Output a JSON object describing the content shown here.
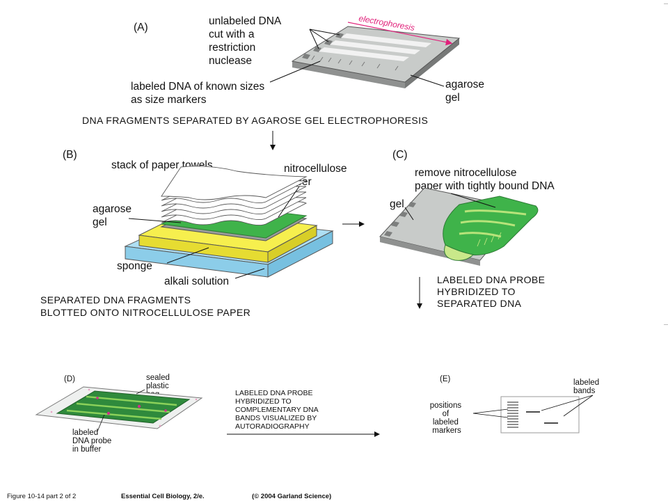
{
  "panel_a": {
    "letter": "(A)",
    "unlabeled_dna": [
      "unlabeled DNA",
      "cut with a",
      "restriction",
      "nuclease"
    ],
    "electrophoresis": "electrophoresis",
    "labeled_markers": [
      "labeled DNA of known sizes",
      "as size markers"
    ],
    "agarose_gel": [
      "agarose",
      "gel"
    ]
  },
  "step1_caption": "DNA FRAGMENTS SEPARATED BY AGAROSE GEL ELECTROPHORESIS",
  "panel_b": {
    "letter": "(B)",
    "paper_towels": "stack of paper towels",
    "nitrocellulose": [
      "nitrocellulose",
      "paper"
    ],
    "agarose_gel": [
      "agarose",
      "gel"
    ],
    "sponge": "sponge",
    "alkali": "alkali solution",
    "caption": [
      "SEPARATED DNA FRAGMENTS",
      "BLOTTED ONTO NITROCELLULOSE PAPER"
    ]
  },
  "panel_c": {
    "letter": "(C)",
    "remove": [
      "remove nitrocellulose",
      "paper with tightly bound DNA"
    ],
    "gel": "gel",
    "caption": [
      "LABELED DNA PROBE",
      "HYBRIDIZED TO",
      "SEPARATED DNA"
    ]
  },
  "panel_d": {
    "letter": "(D)",
    "bag": [
      "sealed",
      "plastic",
      "bag"
    ],
    "probe": [
      "labeled",
      "DNA probe",
      "in buffer"
    ]
  },
  "step_de_caption": [
    "LABELED DNA PROBE",
    "HYBRIDIZED TO",
    "COMPLEMENTARY DNA",
    "BANDS VISUALIZED BY",
    "AUTORADIOGRAPHY"
  ],
  "panel_e": {
    "letter": "(E)",
    "bands": [
      "labeled",
      "bands"
    ],
    "markers": [
      "positions",
      "of",
      "labeled",
      "markers"
    ]
  },
  "footer": {
    "figure": "Figure 10-14 part 2 of 2",
    "book": "Essential Cell Biology, 2/e.",
    "copyright": "(© 2004 Garland Science)"
  },
  "colors": {
    "gel": "#c8cbc9",
    "gel_dark": "#9a9c9b",
    "electrophoresis": "#e0207a",
    "nitro_green": "#3fb34a",
    "sponge_yellow": "#f6ef4e",
    "alkali_blue": "#a6dcf2",
    "bag_green": "#2f8a3c"
  }
}
